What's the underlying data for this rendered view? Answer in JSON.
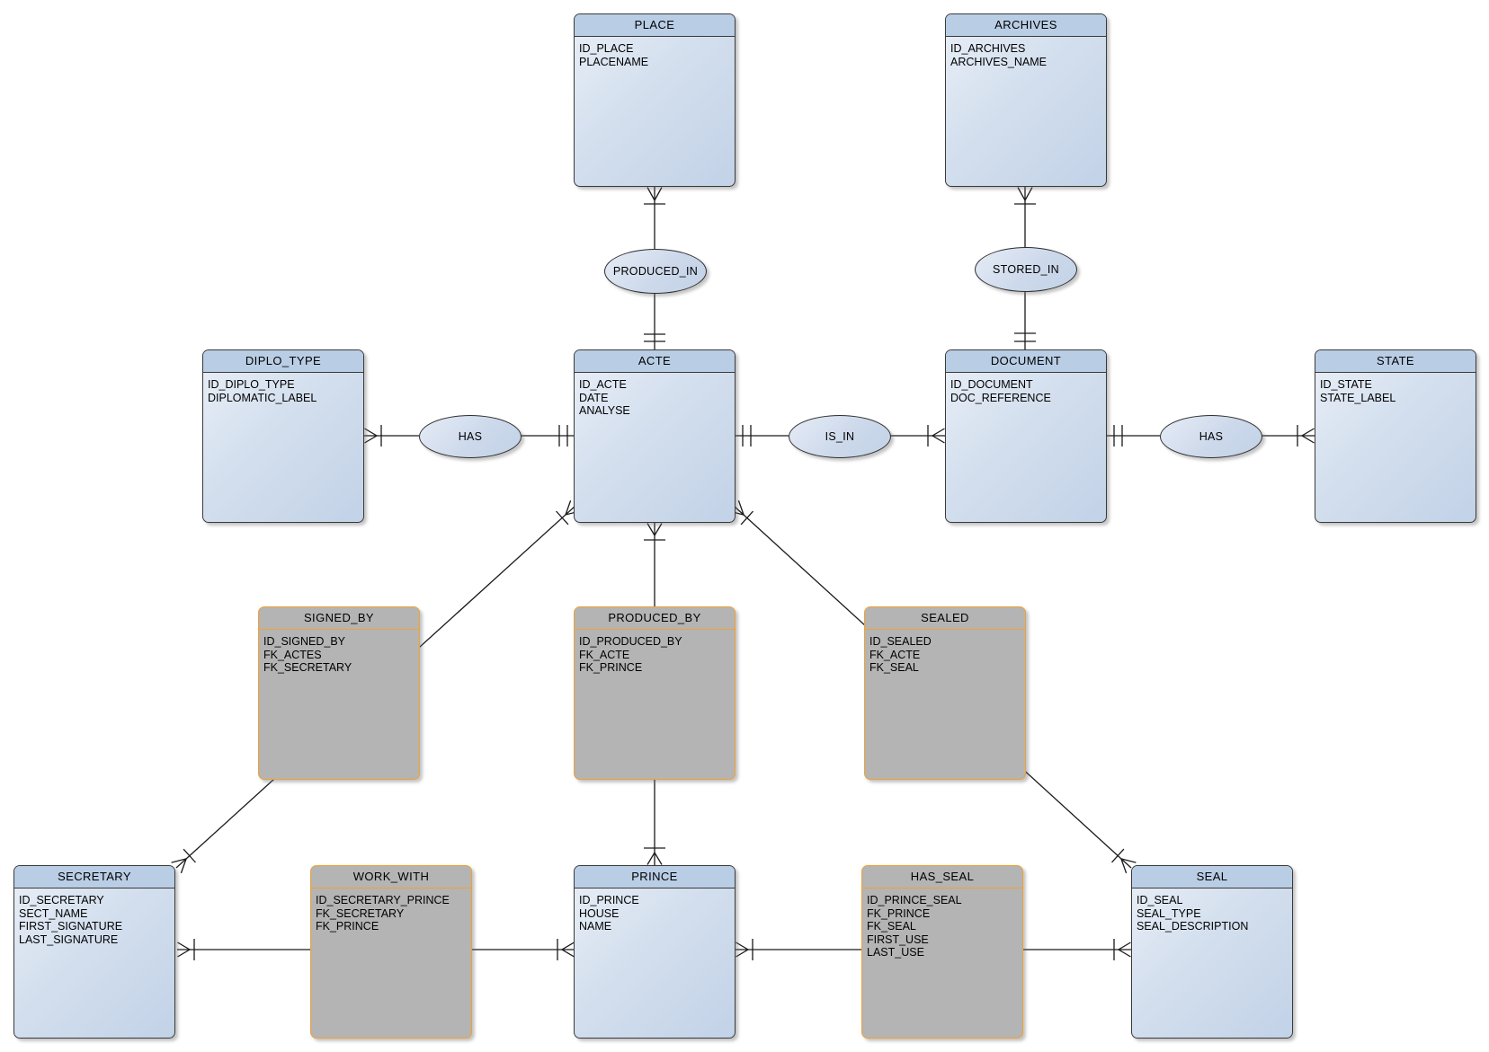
{
  "diagram": {
    "type": "entity-relationship-diagram",
    "colors": {
      "entity_header": "#b9cde5",
      "entity_body_gradient_start": "#e9eff7",
      "entity_body_gradient_end": "#c2d2e7",
      "entity_border": "#3a3a3a",
      "association_fill": "#b4b4b4",
      "association_border": "#f0a132",
      "connector_line": "#1a1a1a",
      "background": "#ffffff"
    }
  },
  "entities": {
    "place": {
      "name": "PLACE",
      "kind": "entity",
      "attributes": [
        "ID_PLACE",
        "PLACENAME"
      ]
    },
    "archives": {
      "name": "ARCHIVES",
      "kind": "entity",
      "attributes": [
        "ID_ARCHIVES",
        "ARCHIVES_NAME"
      ]
    },
    "diplo_type": {
      "name": "DIPLO_TYPE",
      "kind": "entity",
      "attributes": [
        "ID_DIPLO_TYPE",
        "DIPLOMATIC_LABEL"
      ]
    },
    "acte": {
      "name": "ACTE",
      "kind": "entity",
      "attributes": [
        "ID_ACTE",
        "DATE",
        "ANALYSE"
      ]
    },
    "document": {
      "name": "DOCUMENT",
      "kind": "entity",
      "attributes": [
        "ID_DOCUMENT",
        "DOC_REFERENCE"
      ]
    },
    "state": {
      "name": "STATE",
      "kind": "entity",
      "attributes": [
        "ID_STATE",
        "STATE_LABEL"
      ]
    },
    "signed_by": {
      "name": "SIGNED_BY",
      "kind": "association",
      "attributes": [
        "ID_SIGNED_BY",
        "FK_ACTES",
        "FK_SECRETARY"
      ]
    },
    "produced_by": {
      "name": "PRODUCED_BY",
      "kind": "association",
      "attributes": [
        "ID_PRODUCED_BY",
        "FK_ACTE",
        "FK_PRINCE"
      ]
    },
    "sealed": {
      "name": "SEALED",
      "kind": "association",
      "attributes": [
        "ID_SEALED",
        "FK_ACTE",
        "FK_SEAL"
      ]
    },
    "secretary": {
      "name": "SECRETARY",
      "kind": "entity",
      "attributes": [
        "ID_SECRETARY",
        "SECT_NAME",
        "FIRST_SIGNATURE",
        "LAST_SIGNATURE"
      ]
    },
    "work_with": {
      "name": "WORK_WITH",
      "kind": "association",
      "attributes": [
        "ID_SECRETARY_PRINCE",
        "FK_SECRETARY",
        "FK_PRINCE"
      ]
    },
    "prince": {
      "name": "PRINCE",
      "kind": "entity",
      "attributes": [
        "ID_PRINCE",
        "HOUSE",
        "NAME"
      ]
    },
    "has_seal": {
      "name": "HAS_SEAL",
      "kind": "association",
      "attributes": [
        "ID_PRINCE_SEAL",
        "FK_PRINCE",
        "FK_SEAL",
        "FIRST_USE",
        "LAST_USE"
      ]
    },
    "seal": {
      "name": "SEAL",
      "kind": "entity",
      "attributes": [
        "ID_SEAL",
        "SEAL_TYPE",
        "SEAL_DESCRIPTION"
      ]
    }
  },
  "relationships": {
    "produced_in": {
      "label": "PRODUCED_IN",
      "between": [
        "PLACE",
        "ACTE"
      ],
      "place_end": "one-to-many",
      "acte_end": "exactly-one"
    },
    "stored_in": {
      "label": "STORED_IN",
      "between": [
        "ARCHIVES",
        "DOCUMENT"
      ],
      "archives_end": "one-to-many",
      "document_end": "exactly-one"
    },
    "has_diplo": {
      "label": "HAS",
      "between": [
        "DIPLO_TYPE",
        "ACTE"
      ],
      "diplo_end": "one-to-many",
      "acte_end": "exactly-one"
    },
    "is_in": {
      "label": "IS_IN",
      "between": [
        "ACTE",
        "DOCUMENT"
      ],
      "acte_end": "exactly-one",
      "document_end": "one-to-many"
    },
    "has_state": {
      "label": "HAS",
      "between": [
        "DOCUMENT",
        "STATE"
      ],
      "document_end": "exactly-one",
      "state_end": "one-to-many"
    }
  },
  "links": [
    {
      "from": "ACTE",
      "to": "SECRETARY",
      "via": "SIGNED_BY",
      "notation": "many-to-many"
    },
    {
      "from": "ACTE",
      "to": "PRINCE",
      "via": "PRODUCED_BY",
      "notation": "many-to-many"
    },
    {
      "from": "ACTE",
      "to": "SEAL",
      "via": "SEALED",
      "notation": "many-to-many"
    },
    {
      "from": "SECRETARY",
      "to": "PRINCE",
      "via": "WORK_WITH",
      "notation": "many-to-many"
    },
    {
      "from": "PRINCE",
      "to": "SEAL",
      "via": "HAS_SEAL",
      "notation": "many-to-many"
    }
  ]
}
